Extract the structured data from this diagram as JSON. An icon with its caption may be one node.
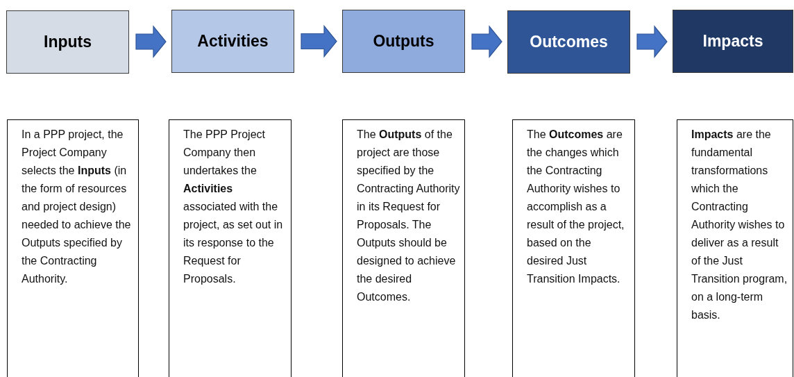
{
  "diagram": {
    "nodes": [
      {
        "text": [
          "Inputs"
        ]
      },
      {
        "text": [
          "Activities"
        ]
      },
      {
        "text": [
          "Outputs"
        ]
      },
      {
        "text": [
          "Outcomes"
        ]
      },
      {
        "text": [
          "Impacts"
        ]
      },
      {
        "text": [
          "In a PPP project, the Project Company selects the **Inputs** (in the form of resources and project design) needed to achieve the Outputs specified by the Contracting Authority."
        ]
      },
      {
        "text": [
          "The PPP Project Company then undertakes the **Activities** associated with the project, as set out in its response to the Request for Proposals."
        ]
      },
      {
        "text": [
          "The **Outputs** of the project are those specified by the Contracting Authority in its Request for Proposals. The Outputs should be designed to achieve the desired Outcomes."
        ]
      },
      {
        "text": [
          "The **Outcomes** are the changes which the Contracting Authority wishes to accomplish as a result of the project, based on the desired Just Transition Impacts."
        ]
      },
      {
        "text": [
          "**Impacts** are the fundamental transformations which the Contracting Authority wishes to deliver as a result of the Just Transition program, on a long-term basis."
        ]
      }
    ],
    "edges": [
      {
        "from": 0,
        "to": 1,
        "arrow": "to"
      },
      {
        "from": 1,
        "to": 2,
        "arrow": "to"
      },
      {
        "from": 2,
        "to": 3,
        "arrow": "to"
      },
      {
        "from": 3,
        "to": 4,
        "arrow": "to"
      }
    ]
  }
}
